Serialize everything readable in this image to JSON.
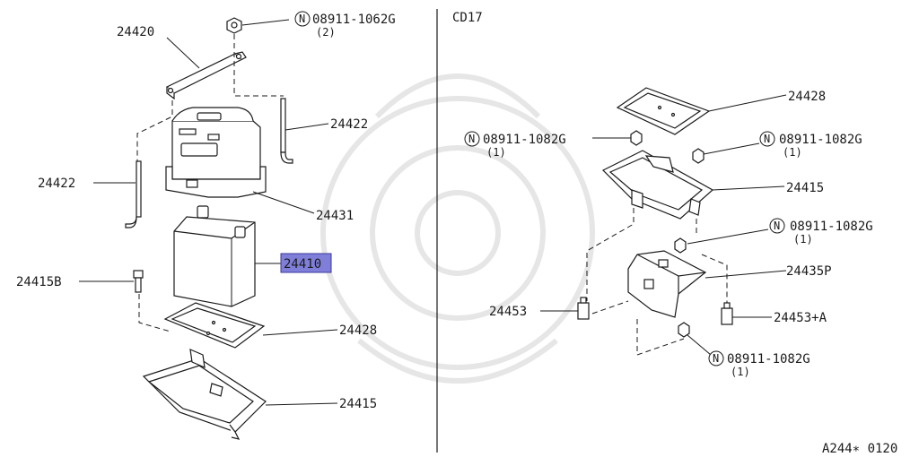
{
  "left_section": {
    "labels": {
      "p24420": "24420",
      "p24422_top": "24422",
      "p24422_left": "24422",
      "p24431": "24431",
      "p24410": "24410",
      "p24415B": "24415B",
      "p24428": "24428",
      "p24415": "24415"
    },
    "nut": {
      "code": "08911-1062G",
      "qty": "(2)"
    }
  },
  "right_section": {
    "model": "CD17",
    "labels": {
      "p24428": "24428",
      "p24415": "24415",
      "p24435P": "24435P",
      "p24453": "24453",
      "p24453A": "24453+A"
    },
    "nuts": [
      {
        "code": "08911-1082G",
        "qty": "(1)"
      },
      {
        "code": "08911-1082G",
        "qty": "(1)"
      },
      {
        "code": "08911-1082G",
        "qty": "(1)"
      },
      {
        "code": "08911-1082G",
        "qty": "(1)"
      }
    ]
  },
  "nut_symbol": "N",
  "figure_code": "A244∗ 0120",
  "highlight_color": "#7f7fd9"
}
